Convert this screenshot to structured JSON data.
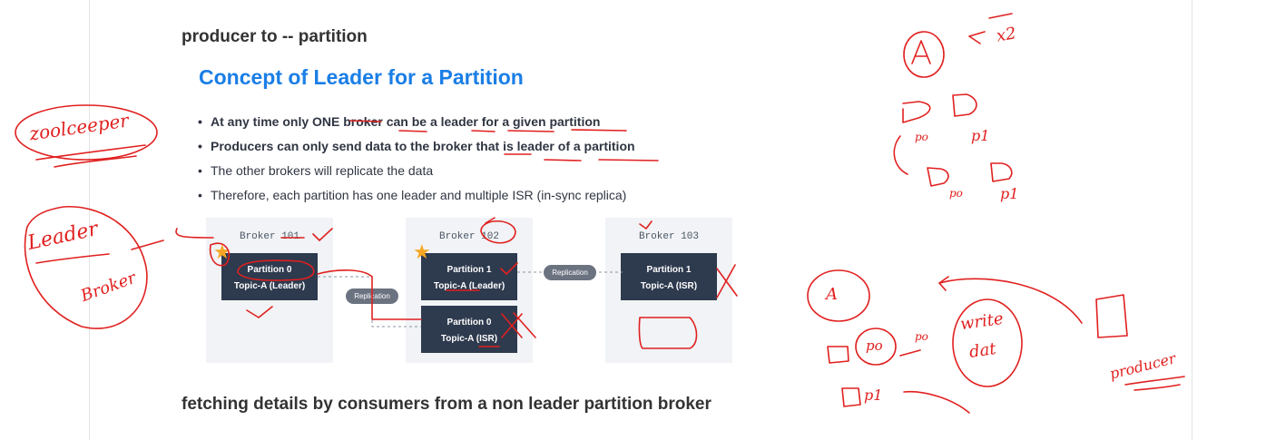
{
  "notes": {
    "heading_top": "producer to -- partition",
    "heading_bottom": "fetching details by consumers from a non leader partition broker"
  },
  "slide": {
    "title": "Concept of Leader for a Partition",
    "bullets": [
      "At any time only ONE broker can be a leader for a given partition",
      "Producers can only send data to the broker that is leader of a partition",
      "The other brokers will replicate the data",
      "Therefore, each partition has one leader and multiple ISR (in-sync replica)"
    ],
    "brokers": [
      {
        "name": "Broker 101",
        "partitions": [
          {
            "line1": "Partition 0",
            "line2": "Topic-A (Leader)"
          }
        ]
      },
      {
        "name": "Broker 102",
        "partitions": [
          {
            "line1": "Partition 1",
            "line2": "Topic-A (Leader)"
          },
          {
            "line1": "Partition 0",
            "line2": "Topic-A (ISR)"
          }
        ]
      },
      {
        "name": "Broker 103",
        "partitions": [
          {
            "line1": "Partition 1",
            "line2": "Topic-A (ISR)"
          }
        ]
      }
    ],
    "replication_label": "Replication",
    "star_icon": "star-icon"
  },
  "annotations": {
    "ink_color": "#e0201f",
    "left_words": [
      "zoolceeper",
      "Leader",
      "Broker"
    ],
    "right_words": [
      "A",
      "x2",
      "po",
      "p1",
      "po",
      "p1",
      "A",
      "po",
      "po",
      "p1",
      "write",
      "dat",
      "producer"
    ]
  },
  "colors": {
    "title_blue": "#1a7ee6",
    "partition_box": "#2e3a4e",
    "broker_bg": "#f1f3f6",
    "star": "#f6a623"
  }
}
